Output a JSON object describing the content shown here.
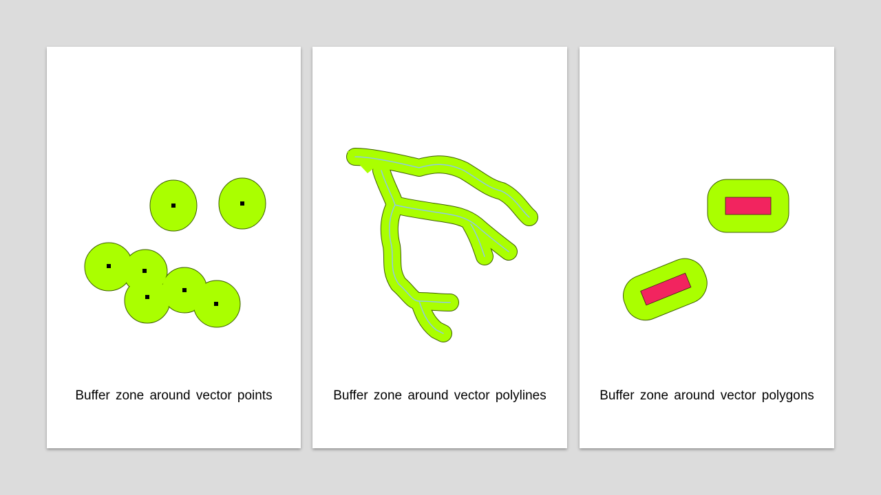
{
  "colors": {
    "background": "#dcdcdc",
    "card": "#ffffff",
    "buffer_fill": "#aaff00",
    "buffer_outline": "#3a5a00",
    "polyline": "#8ec8e8",
    "polygon_fill": "#f2245f",
    "point": "#000000"
  },
  "panels": [
    {
      "caption": "Buffer zone around vector points"
    },
    {
      "caption": "Buffer zone around vector polylines"
    },
    {
      "caption": "Buffer zone around vector polygons"
    }
  ]
}
